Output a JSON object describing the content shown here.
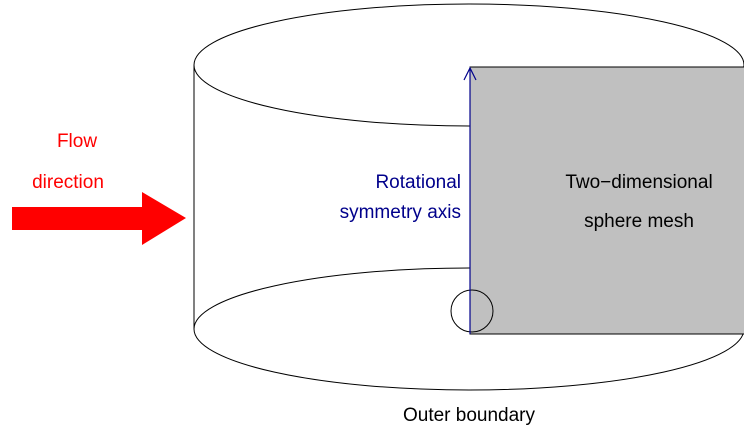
{
  "flow": {
    "line1": "Flow",
    "line2": "direction",
    "color": "#ff0000"
  },
  "axis": {
    "line1": "Rotational",
    "line2": "symmetry axis",
    "color": "#00008b"
  },
  "mesh": {
    "line1": "Two−dimensional",
    "line2": "sphere mesh",
    "fill": "#c0c0c0"
  },
  "boundary": {
    "label": "Outer boundary"
  }
}
